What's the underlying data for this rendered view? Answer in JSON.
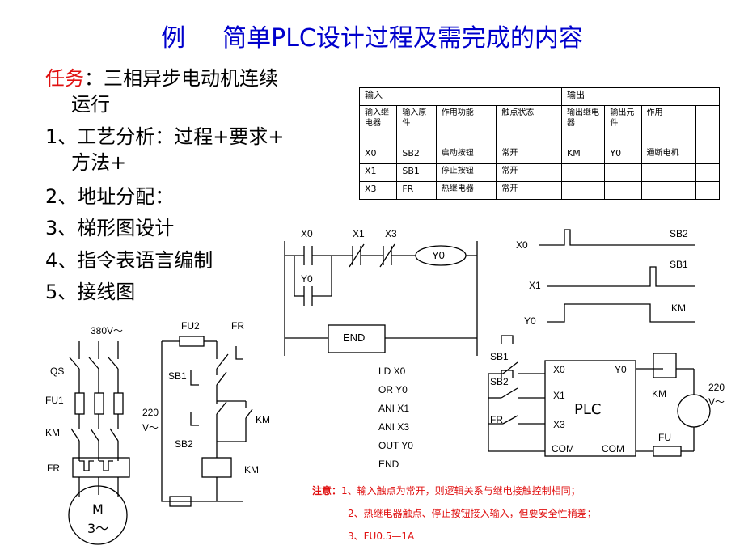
{
  "slide": {
    "title_prefix": "例",
    "title_main": "简单PLC设计过程及需完成的内容"
  },
  "task": {
    "label": "任务",
    "colon": "：",
    "text_line1": "三相异步电动机连续",
    "text_line2": "运行"
  },
  "steps": {
    "s1_line1": "1、工艺分析：过程+要求+",
    "s1_line2": "方法+",
    "s2": "2、地址分配：",
    "s3": "3、梯形图设计",
    "s4": "4、指令表语言编制",
    "s5": "5、接线图"
  },
  "io_table": {
    "input_header": "输入",
    "output_header": "输出",
    "columns": [
      "输入继电器",
      "输入原件",
      "作用功能",
      "触点状态",
      "输出继电器",
      "输出元件",
      "作用"
    ],
    "rows": [
      [
        "X0",
        "SB2",
        "启动按钮",
        "常开",
        "KM",
        "Y0",
        "通断电机"
      ],
      [
        "X1",
        "SB1",
        "停止按钮",
        "常开",
        "",
        "",
        ""
      ],
      [
        "X3",
        "FR",
        "热继电器",
        "常开",
        "",
        "",
        ""
      ]
    ]
  },
  "ladder": {
    "x0": "X0",
    "x1": "X1",
    "x3": "X3",
    "y0_coil": "Y0",
    "y0_contact": "Y0",
    "end": "END"
  },
  "instructions": [
    "LD  X0",
    "OR  Y0",
    "ANI  X1",
    "ANI  X3",
    "OUT Y0",
    "END"
  ],
  "timing": {
    "x0": "X0",
    "x1": "X1",
    "y0": "Y0",
    "sb2": "SB2",
    "sb1": "SB1",
    "km": "KM"
  },
  "main_circuit": {
    "voltage": "380V～",
    "qs": "QS",
    "fu1": "FU1",
    "km": "KM",
    "fr": "FR",
    "motor_m": "M",
    "motor_3": "3～"
  },
  "control_circuit": {
    "fu2": "FU2",
    "fr": "FR",
    "sb1": "SB1",
    "sb2": "SB2",
    "v220_a": "220",
    "v220_b": "V～",
    "km_contact": "KM",
    "km_coil": "KM"
  },
  "wiring": {
    "sb1": "SB1",
    "sb2": "SB2",
    "fr": "FR",
    "x0": "X0",
    "x1": "X1",
    "x3": "X3",
    "y0": "Y0",
    "plc": "PLC",
    "com1": "COM",
    "com2": "COM",
    "km": "KM",
    "fu": "FU",
    "v220_a": "220",
    "v220_b": "V～"
  },
  "notes": {
    "label": "注意：",
    "n1": "1、输入触点为常开，则逻辑关系与继电接触控制相同；",
    "n2": "2、热继电器触点、停止按钮接入输入，但要安全性稍差；",
    "n3": "3、FU0.5—1A"
  },
  "colors": {
    "title": "#0000cc",
    "accent_red": "#e01010"
  }
}
